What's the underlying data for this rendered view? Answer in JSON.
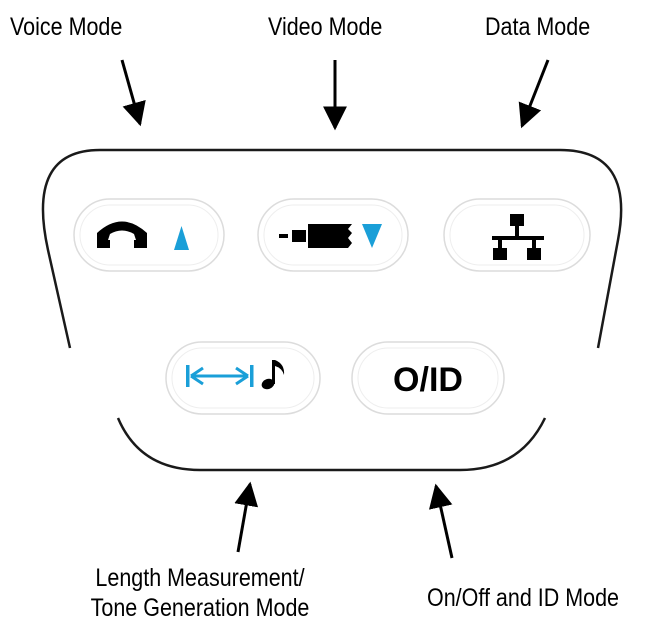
{
  "labels": {
    "voice_mode": "Voice Mode",
    "video_mode": "Video Mode",
    "data_mode": "Data Mode",
    "length_line1": "Length Measurement/",
    "length_line2": "Tone Generation Mode",
    "onoff_mode": "On/Off and ID Mode"
  },
  "buttons": {
    "onoff_label": "O/ID"
  },
  "icons": {
    "voice": "phone-handset-icon",
    "voice_arrow": "up-triangle-icon",
    "video": "video-connector-icon",
    "video_arrow": "down-triangle-icon",
    "data": "network-icon",
    "length": "double-arrow-icon",
    "tone": "music-note-icon"
  },
  "colors": {
    "accent": "#1a9fd8",
    "ink": "#000000",
    "outline": "#1a1a1a"
  }
}
